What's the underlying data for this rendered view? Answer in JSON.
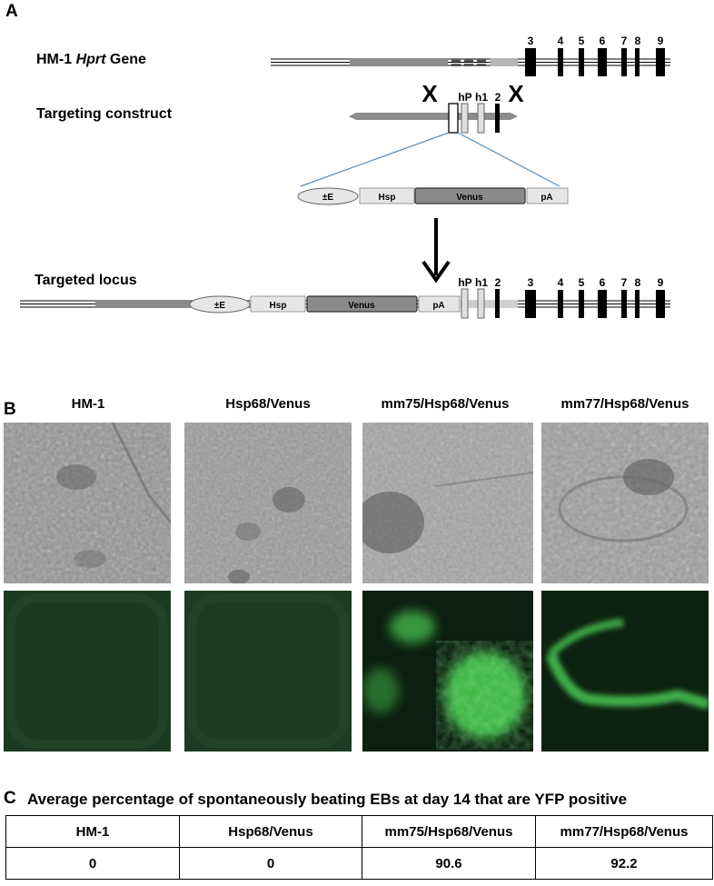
{
  "panel_a": {
    "letter": "A",
    "gene_label_prefix": "HM-1 ",
    "gene_label_italic": "Hprt",
    "gene_label_suffix": " Gene",
    "construct_label": "Targeting construct",
    "locus_label": "Targeted locus",
    "cross_symbol": "X",
    "gene_exons": [
      "3",
      "4",
      "5",
      "6",
      "7",
      "8",
      "9"
    ],
    "construct_elements": [
      "hP",
      "h1",
      "2"
    ],
    "cassette": {
      "enhancer": "±E",
      "promoter": "Hsp",
      "reporter": "Venus",
      "polya": "pA"
    },
    "locus_elements": [
      "hP",
      "h1",
      "2"
    ]
  },
  "panel_b": {
    "letter": "B",
    "columns": [
      "HM-1",
      "Hsp68/Venus",
      "mm75/Hsp68/Venus",
      "mm77/Hsp68/Venus"
    ]
  },
  "panel_c": {
    "letter": "C",
    "caption": "Average percentage of spontaneously beating EBs at day 14 that are YFP positive",
    "headers": [
      "HM-1",
      "Hsp68/Venus",
      "mm75/Hsp68/Venus",
      "mm77/Hsp68/Venus"
    ],
    "values": [
      "0",
      "0",
      "90.6",
      "92.2"
    ]
  },
  "colors": {
    "venus_box": "#8a8a8a",
    "element_box": "#e6e6e6",
    "arm": "#8c8c8c",
    "fluorescence": "#46c94f",
    "brightfield": "#8e8e8e"
  }
}
